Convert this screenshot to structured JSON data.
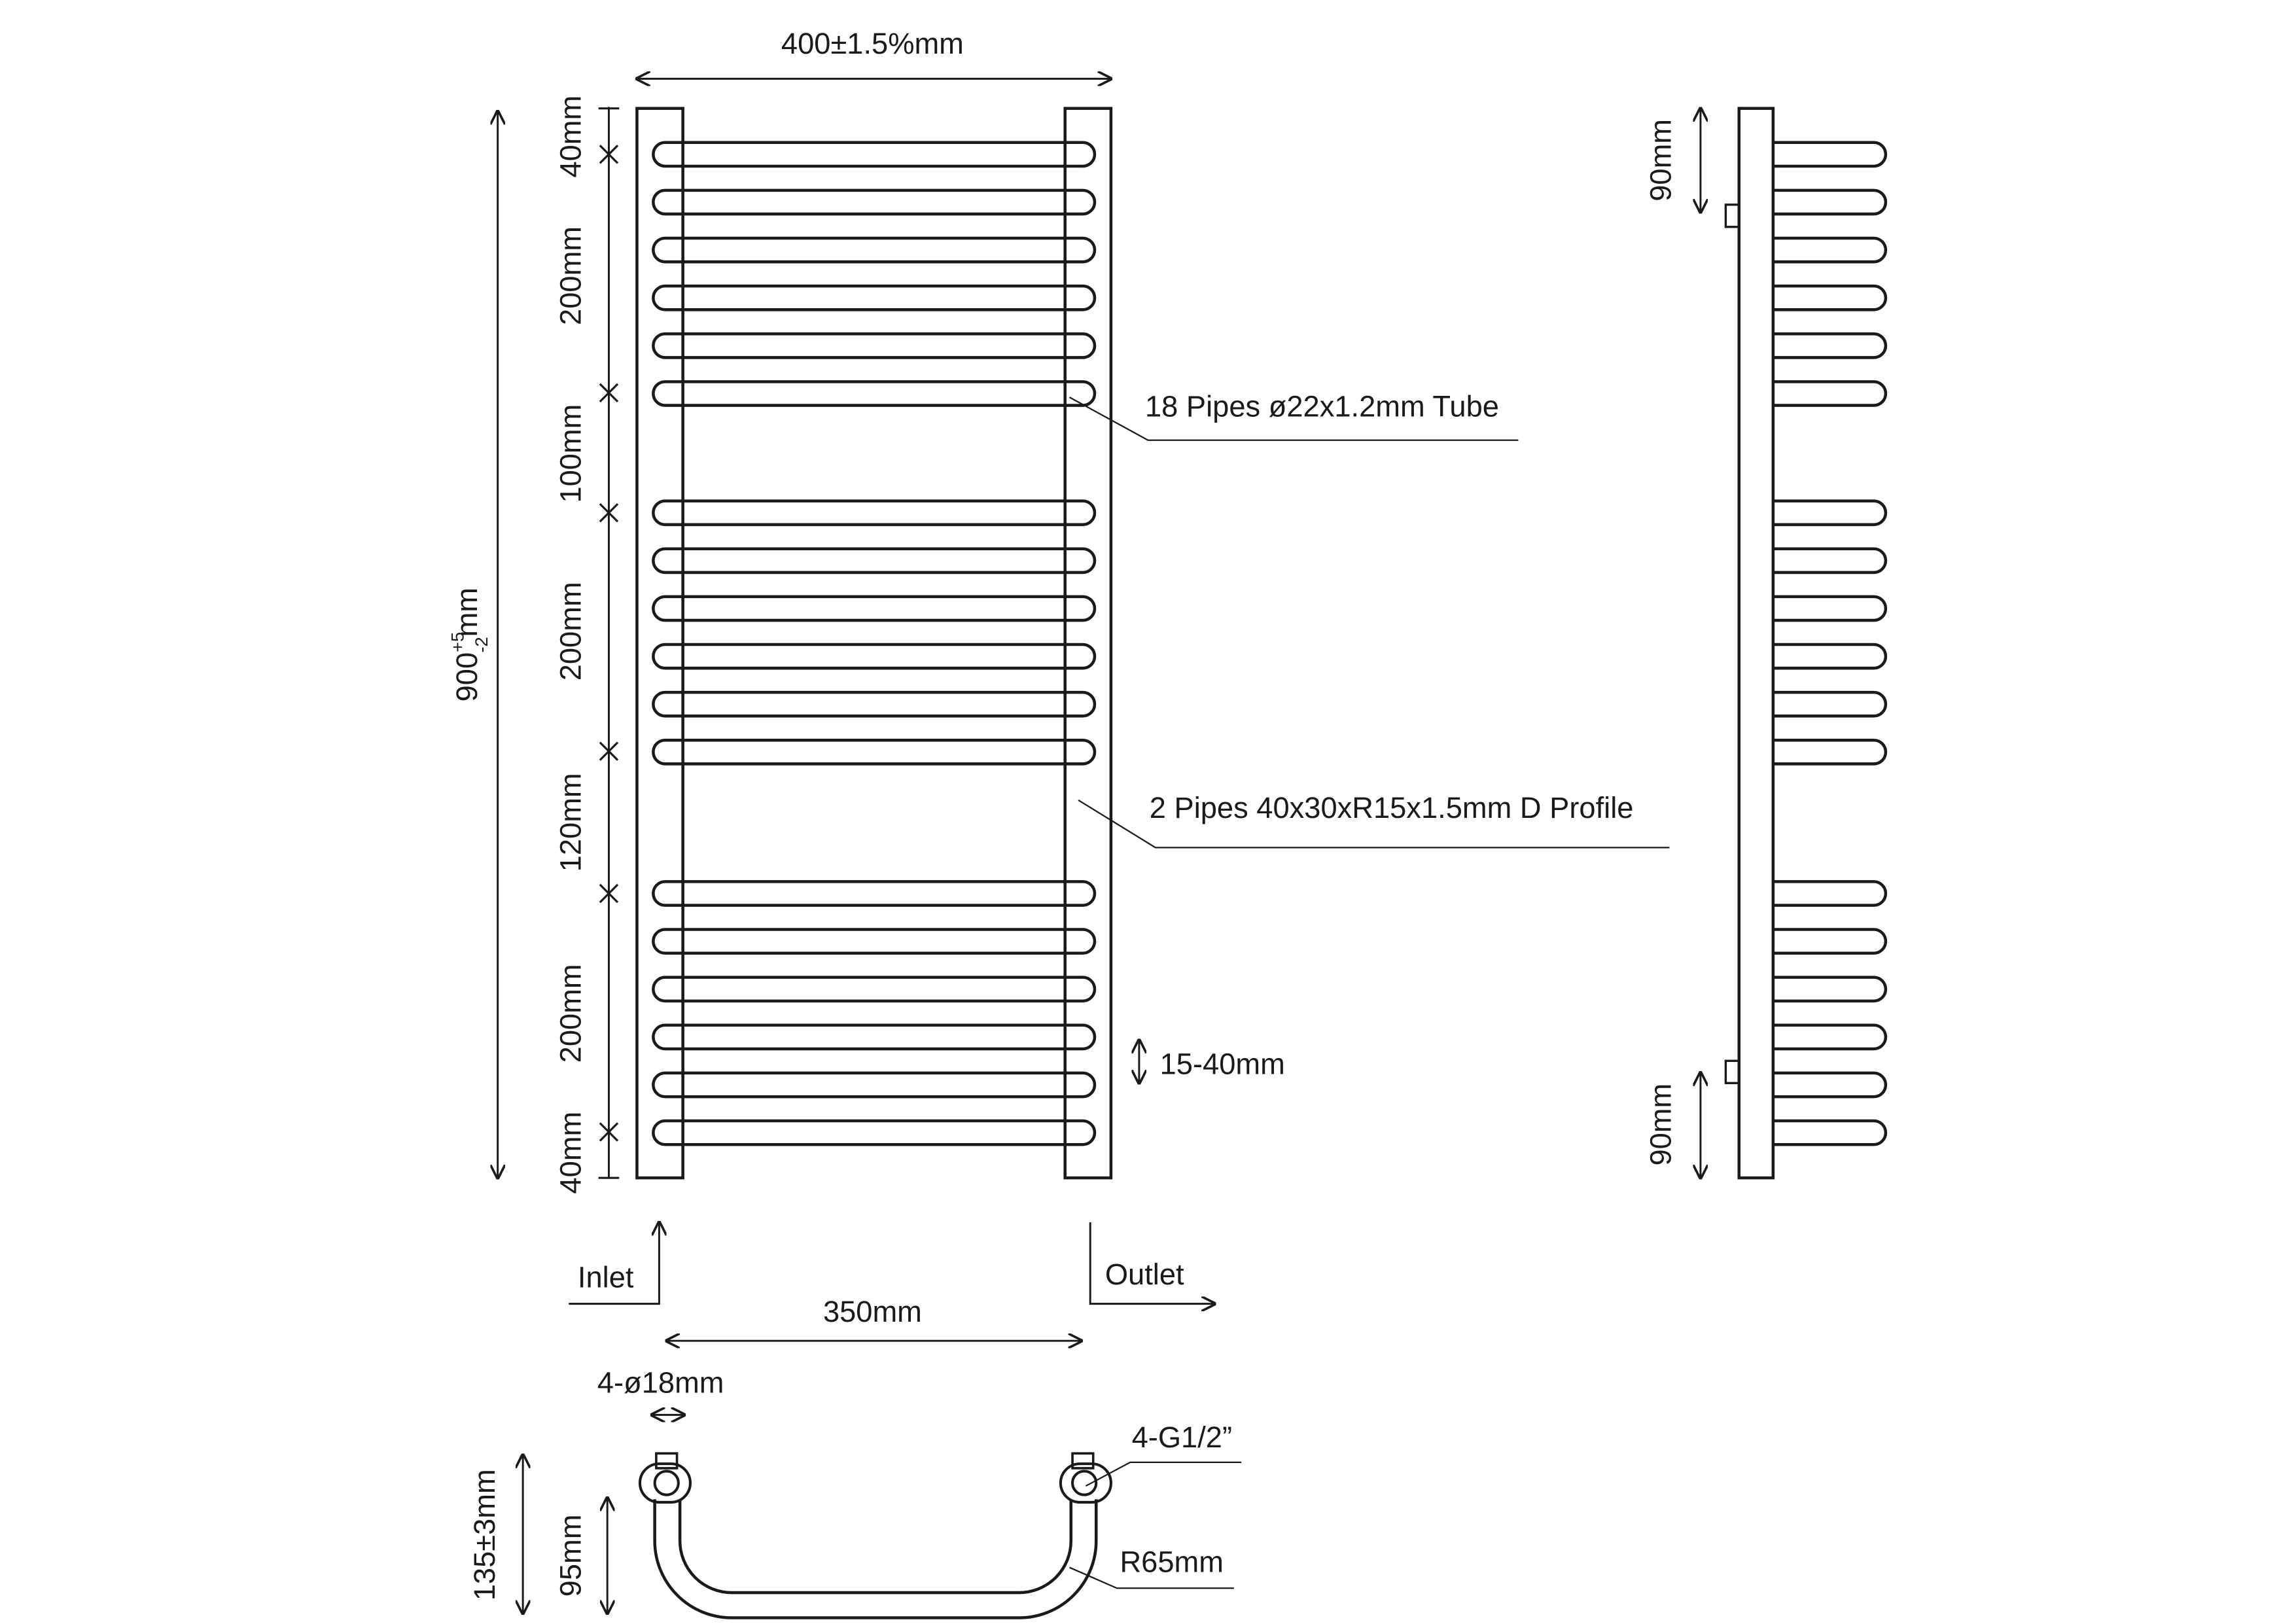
{
  "dimensions": {
    "width": "400±1.5%mm",
    "height_base": "900",
    "height_sup": "+5",
    "height_sub": "-2",
    "height_unit": "mm",
    "seg_top": "40mm",
    "seg_group1": "200mm",
    "seg_gap1": "100mm",
    "seg_group2": "200mm",
    "seg_gap2": "120mm",
    "seg_group3": "200mm",
    "seg_bottom": "40mm",
    "wall_gap": "15-40mm",
    "pipe_centers": "350mm",
    "pipe_hole": "4-ø18mm",
    "side_top": "90mm",
    "side_bottom": "90mm",
    "depth_total": "135±3mm",
    "depth_pipe": "95mm",
    "radius": "R65mm",
    "thread": "4-G1/2”"
  },
  "labels": {
    "pipes_tube": "18 Pipes ø22x1.2mm Tube",
    "pipes_profile": "2 Pipes 40x30xR15x1.5mm D Profile",
    "inlet": "Inlet",
    "outlet": "Outlet"
  },
  "counts": {
    "tubes_total": 18,
    "tubes_per_group": 6,
    "groups": 3,
    "profiles": 2
  }
}
